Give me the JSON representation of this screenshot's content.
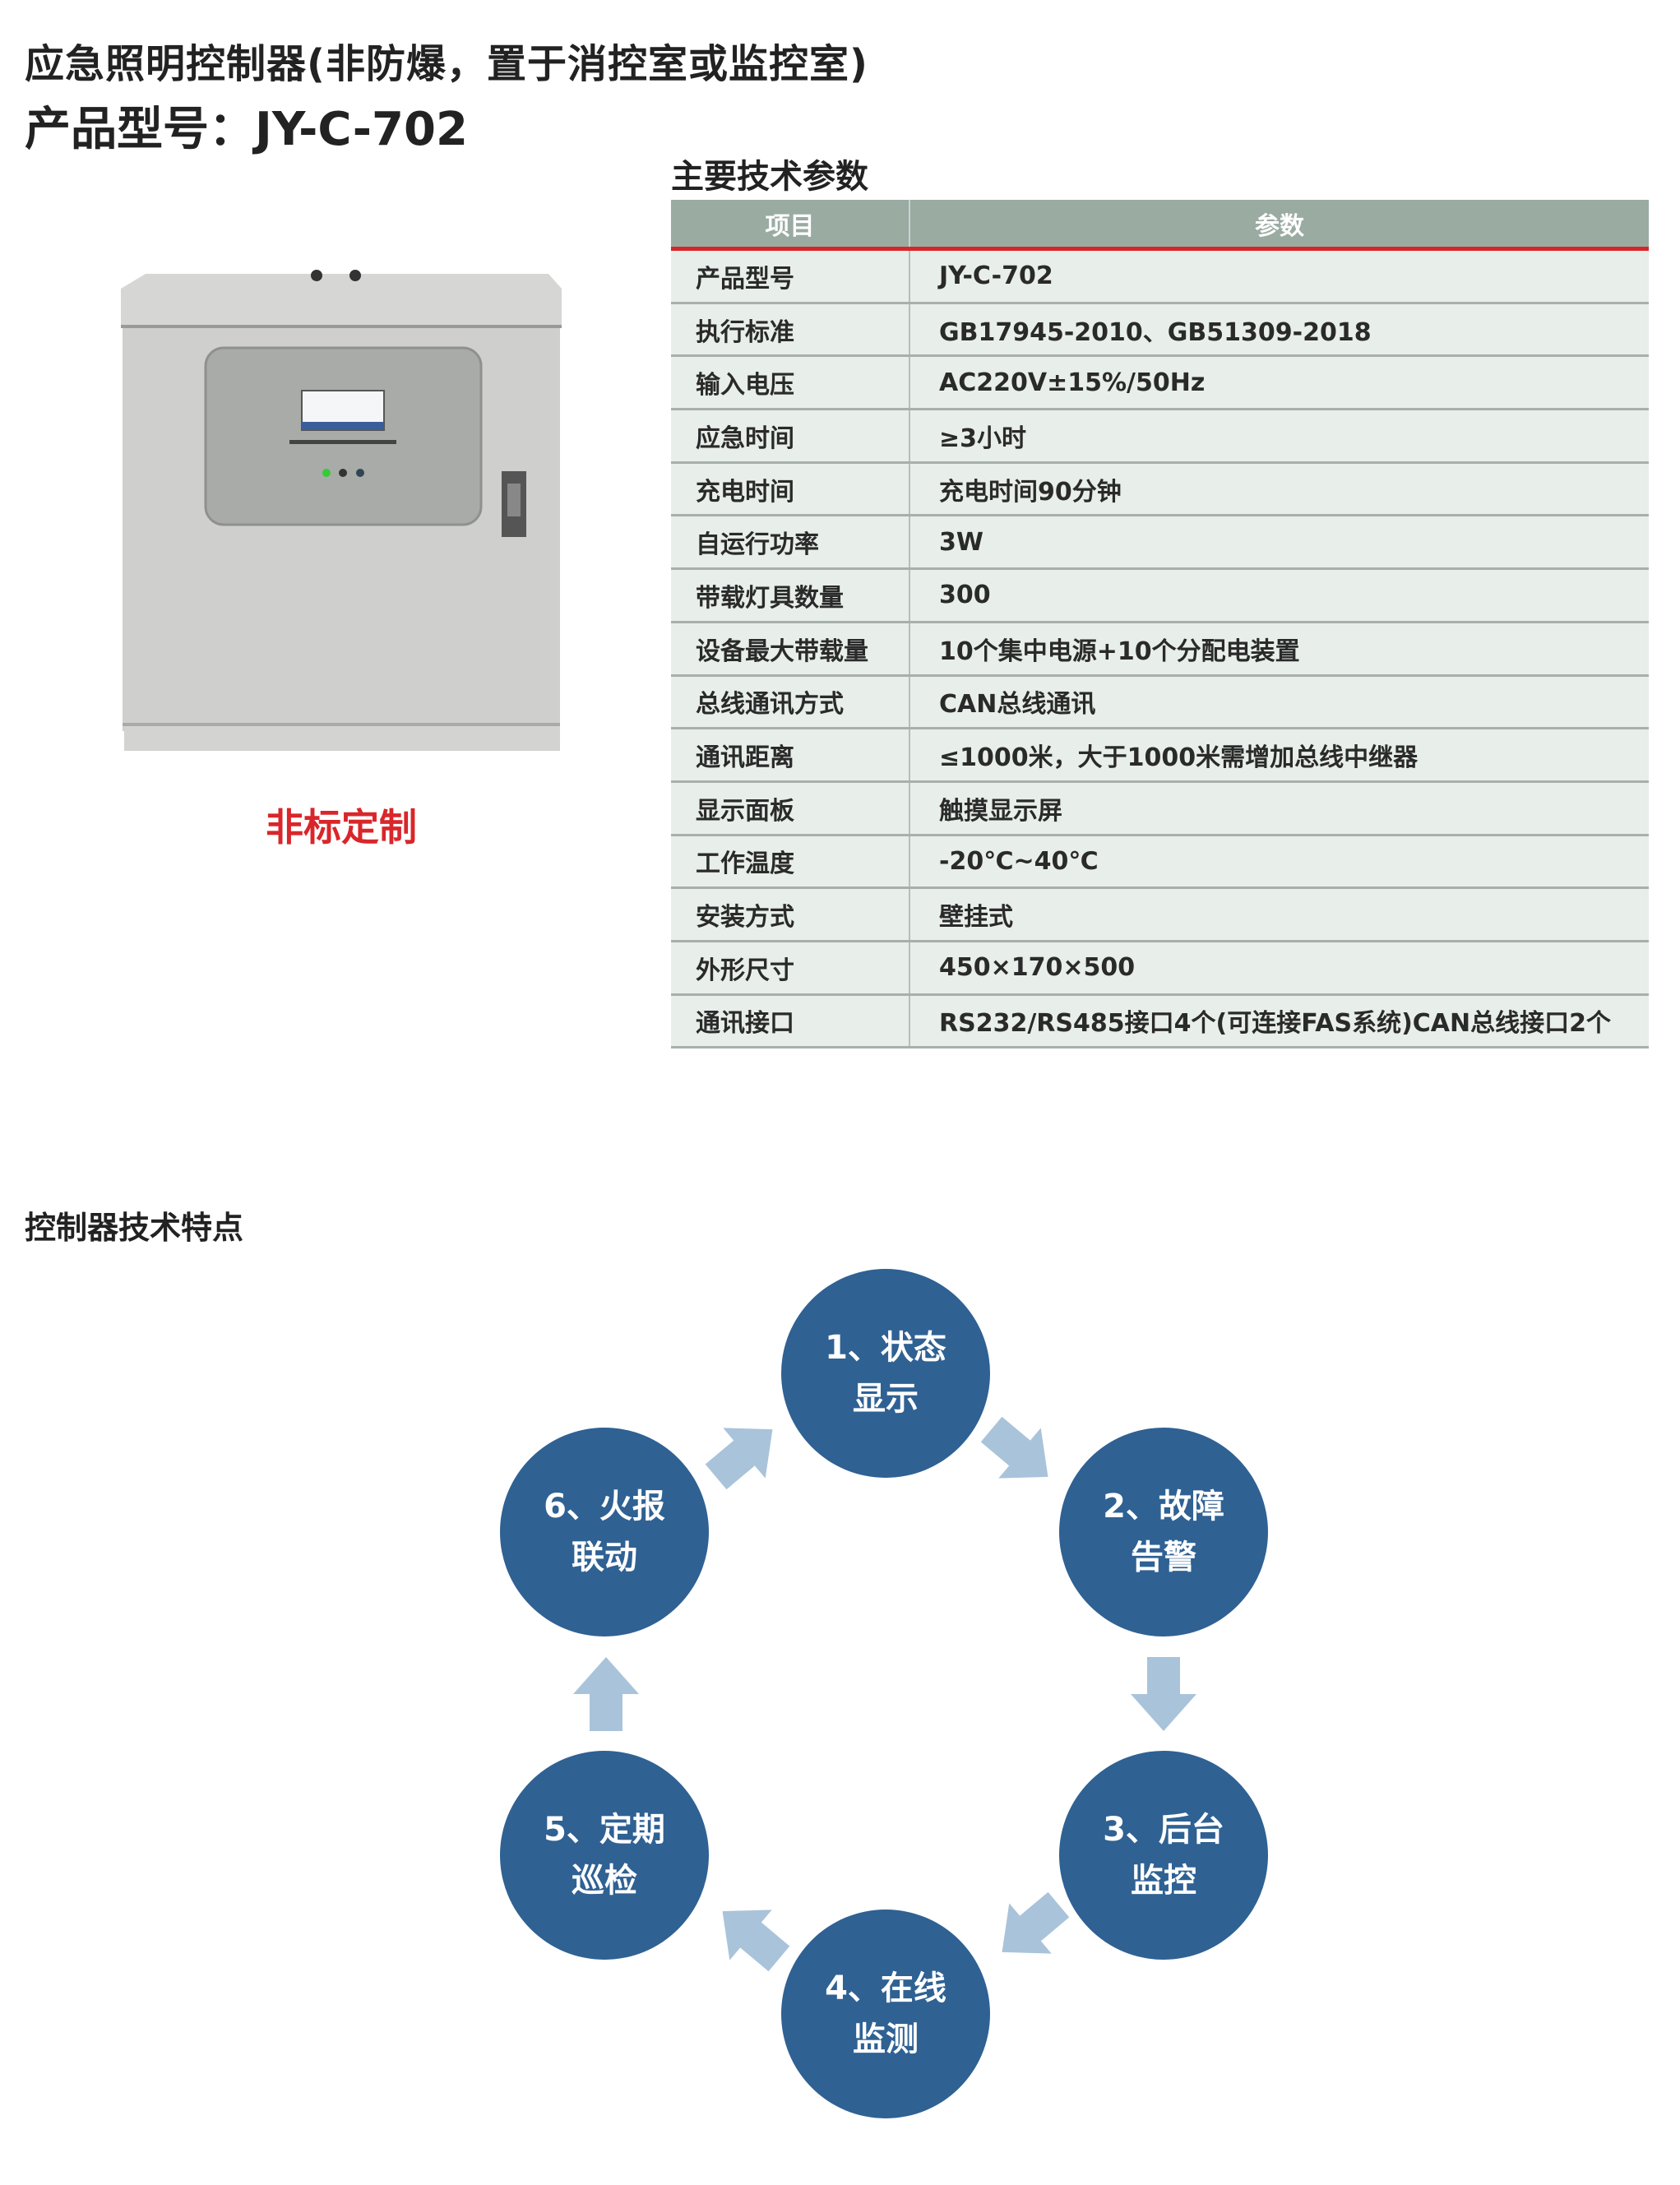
{
  "header": {
    "title": "应急照明控制器(非防爆，置于消控室或监控室)",
    "model_line": "产品型号：JY-C-702"
  },
  "product_image": {
    "label": "非标定制"
  },
  "specs": {
    "title": "主要技术参数",
    "columns": [
      "项目",
      "参数"
    ],
    "rows": [
      {
        "item": "产品型号",
        "value": "JY-C-702"
      },
      {
        "item": "执行标准",
        "value": "GB17945-2010、GB51309-2018"
      },
      {
        "item": "输入电压",
        "value": "AC220V±15%/50Hz"
      },
      {
        "item": "应急时间",
        "value": "≥3小时"
      },
      {
        "item": "充电时间",
        "value": "充电时间90分钟"
      },
      {
        "item": "自运行功率",
        "value": "3W"
      },
      {
        "item": "带载灯具数量",
        "value": "300"
      },
      {
        "item": "设备最大带载量",
        "value": "10个集中电源+10个分配电装置"
      },
      {
        "item": "总线通讯方式",
        "value": "CAN总线通讯"
      },
      {
        "item": "通讯距离",
        "value": "≤1000米，大于1000米需增加总线中继器"
      },
      {
        "item": "显示面板",
        "value": "触摸显示屏"
      },
      {
        "item": "工作温度",
        "value": "-20℃~40℃"
      },
      {
        "item": "安装方式",
        "value": "壁挂式"
      },
      {
        "item": "外形尺寸",
        "value": "450×170×500"
      },
      {
        "item": "通讯接口",
        "value": "RS232/RS485接口4个(可连接FAS系统)CAN总线接口2个"
      }
    ]
  },
  "features": {
    "title": "控制器技术特点",
    "steps": [
      {
        "line1": "1、状态",
        "line2": "显示"
      },
      {
        "line1": "2、故障",
        "line2": "告警"
      },
      {
        "line1": "3、后台",
        "line2": "监控"
      },
      {
        "line1": "4、在线",
        "line2": "监测"
      },
      {
        "line1": "5、定期",
        "line2": "巡检"
      },
      {
        "line1": "6、火报",
        "line2": "联动"
      }
    ]
  },
  "colors": {
    "circle": "#2f6193",
    "arrow": "#a9c3da",
    "header": "#9aaba2",
    "accent_red": "#d9262a"
  }
}
